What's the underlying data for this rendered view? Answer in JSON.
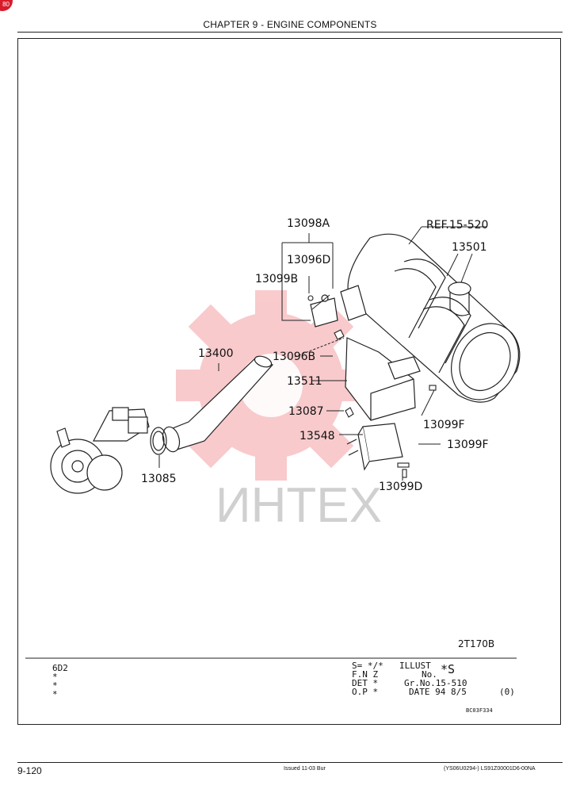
{
  "header": {
    "title": "CHAPTER 9 - ENGINE COMPONENTS"
  },
  "watermark": {
    "text": "ИНТЕХ",
    "color": "#e8444c"
  },
  "diagram": {
    "callouts": {
      "c13098A": "13098A",
      "c13096D": "13096D",
      "c13099B": "13099B",
      "c13400": "13400",
      "c13096B": "13096B",
      "c13511": "13511",
      "c13087": "13087",
      "c13548": "13548",
      "c13085": "13085",
      "c13099D": "13099D",
      "c13099F_a": "13099F",
      "c13099F_b": "13099F",
      "c13501": "13501",
      "ref": "REF.15-520"
    },
    "drawing_code": "2T170B"
  },
  "info": {
    "left": [
      "6D2",
      "*",
      "*",
      "*"
    ],
    "r1a": "S= */*",
    "r1b": "ILLUST",
    "r1c": "*S",
    "r2a": "F.N Z",
    "r2b": "No.",
    "r3a": "DET *",
    "r3b": "Gr.No.15-510",
    "r4a": "O.P *",
    "r4b": "DATE 94 8/5",
    "r4c": "(0)",
    "code": "BC03F334"
  },
  "footer": {
    "page": "9-120",
    "issued": "Issued 11-03   Bur",
    "serial": "(YS06U0294-)   LS91Z00001D6-00NA"
  },
  "badge": {
    "text": "80"
  }
}
